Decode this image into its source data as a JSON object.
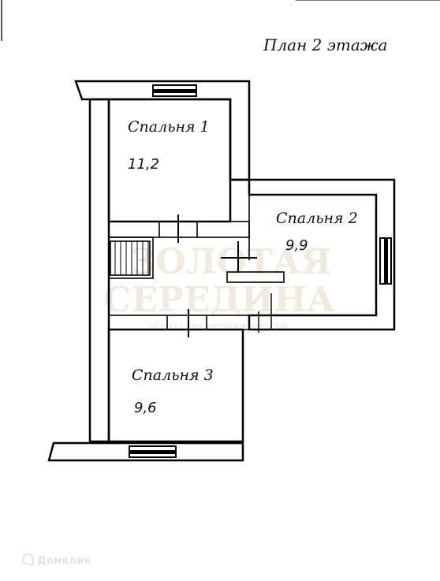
{
  "title": "План 2 этажа",
  "rooms": [
    {
      "name": "Спальня 1",
      "area": "11,2"
    },
    {
      "name": "Спальня 2",
      "area": "9,9"
    },
    {
      "name": "Спальня 3",
      "area": "9,6"
    }
  ],
  "watermark": {
    "line1": "ЗОЛОТАЯ",
    "line2": "СЕРЕДИНА",
    "line3": "агентство недвижимости"
  },
  "site_label": "Домклик"
}
